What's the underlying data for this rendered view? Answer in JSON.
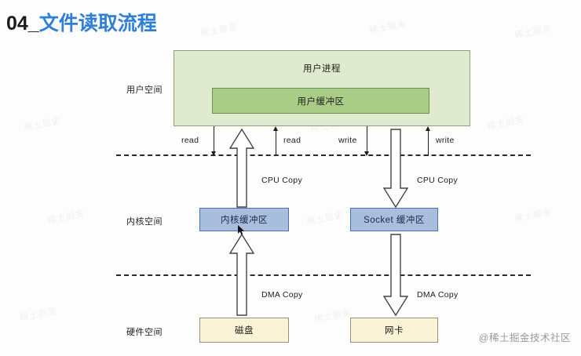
{
  "title": {
    "number": "04_",
    "text": "文件读取流程"
  },
  "colors": {
    "title_accent": "#2f7fd8",
    "user_space_fill": "#dfeacf",
    "user_buffer_fill": "#a9cd87",
    "kernel_buffer_fill": "#a9bedd",
    "hardware_fill": "#faf3d6",
    "line": "#1c1c1c"
  },
  "zones": [
    {
      "id": "user-space",
      "label": "用户空间"
    },
    {
      "id": "kernel-space",
      "label": "内核空间"
    },
    {
      "id": "hardware-space",
      "label": "硬件空间"
    }
  ],
  "boxes": {
    "user_process": "用户进程",
    "user_buffer": "用户缓冲区",
    "kernel_buffer": "内核缓冲区",
    "socket_buffer": "Socket 缓冲区",
    "disk": "磁盘",
    "nic": "网卡"
  },
  "operations": [
    {
      "id": "read-down",
      "label": "read",
      "direction": "down"
    },
    {
      "id": "read-up",
      "label": "read",
      "direction": "up"
    },
    {
      "id": "write-down",
      "label": "write",
      "direction": "down"
    },
    {
      "id": "write-up",
      "label": "write",
      "direction": "up"
    }
  ],
  "copies": [
    {
      "id": "cpu-copy-left",
      "label": "CPU  Copy",
      "direction": "up"
    },
    {
      "id": "cpu-copy-right",
      "label": "CPU  Copy",
      "direction": "down"
    },
    {
      "id": "dma-copy-left",
      "label": "DMA  Copy",
      "direction": "up"
    },
    {
      "id": "dma-copy-right",
      "label": "DMA  Copy",
      "direction": "down"
    }
  ],
  "watermark": {
    "brand": "@稀土掘金技术社区",
    "tile": "稀土掘金"
  }
}
